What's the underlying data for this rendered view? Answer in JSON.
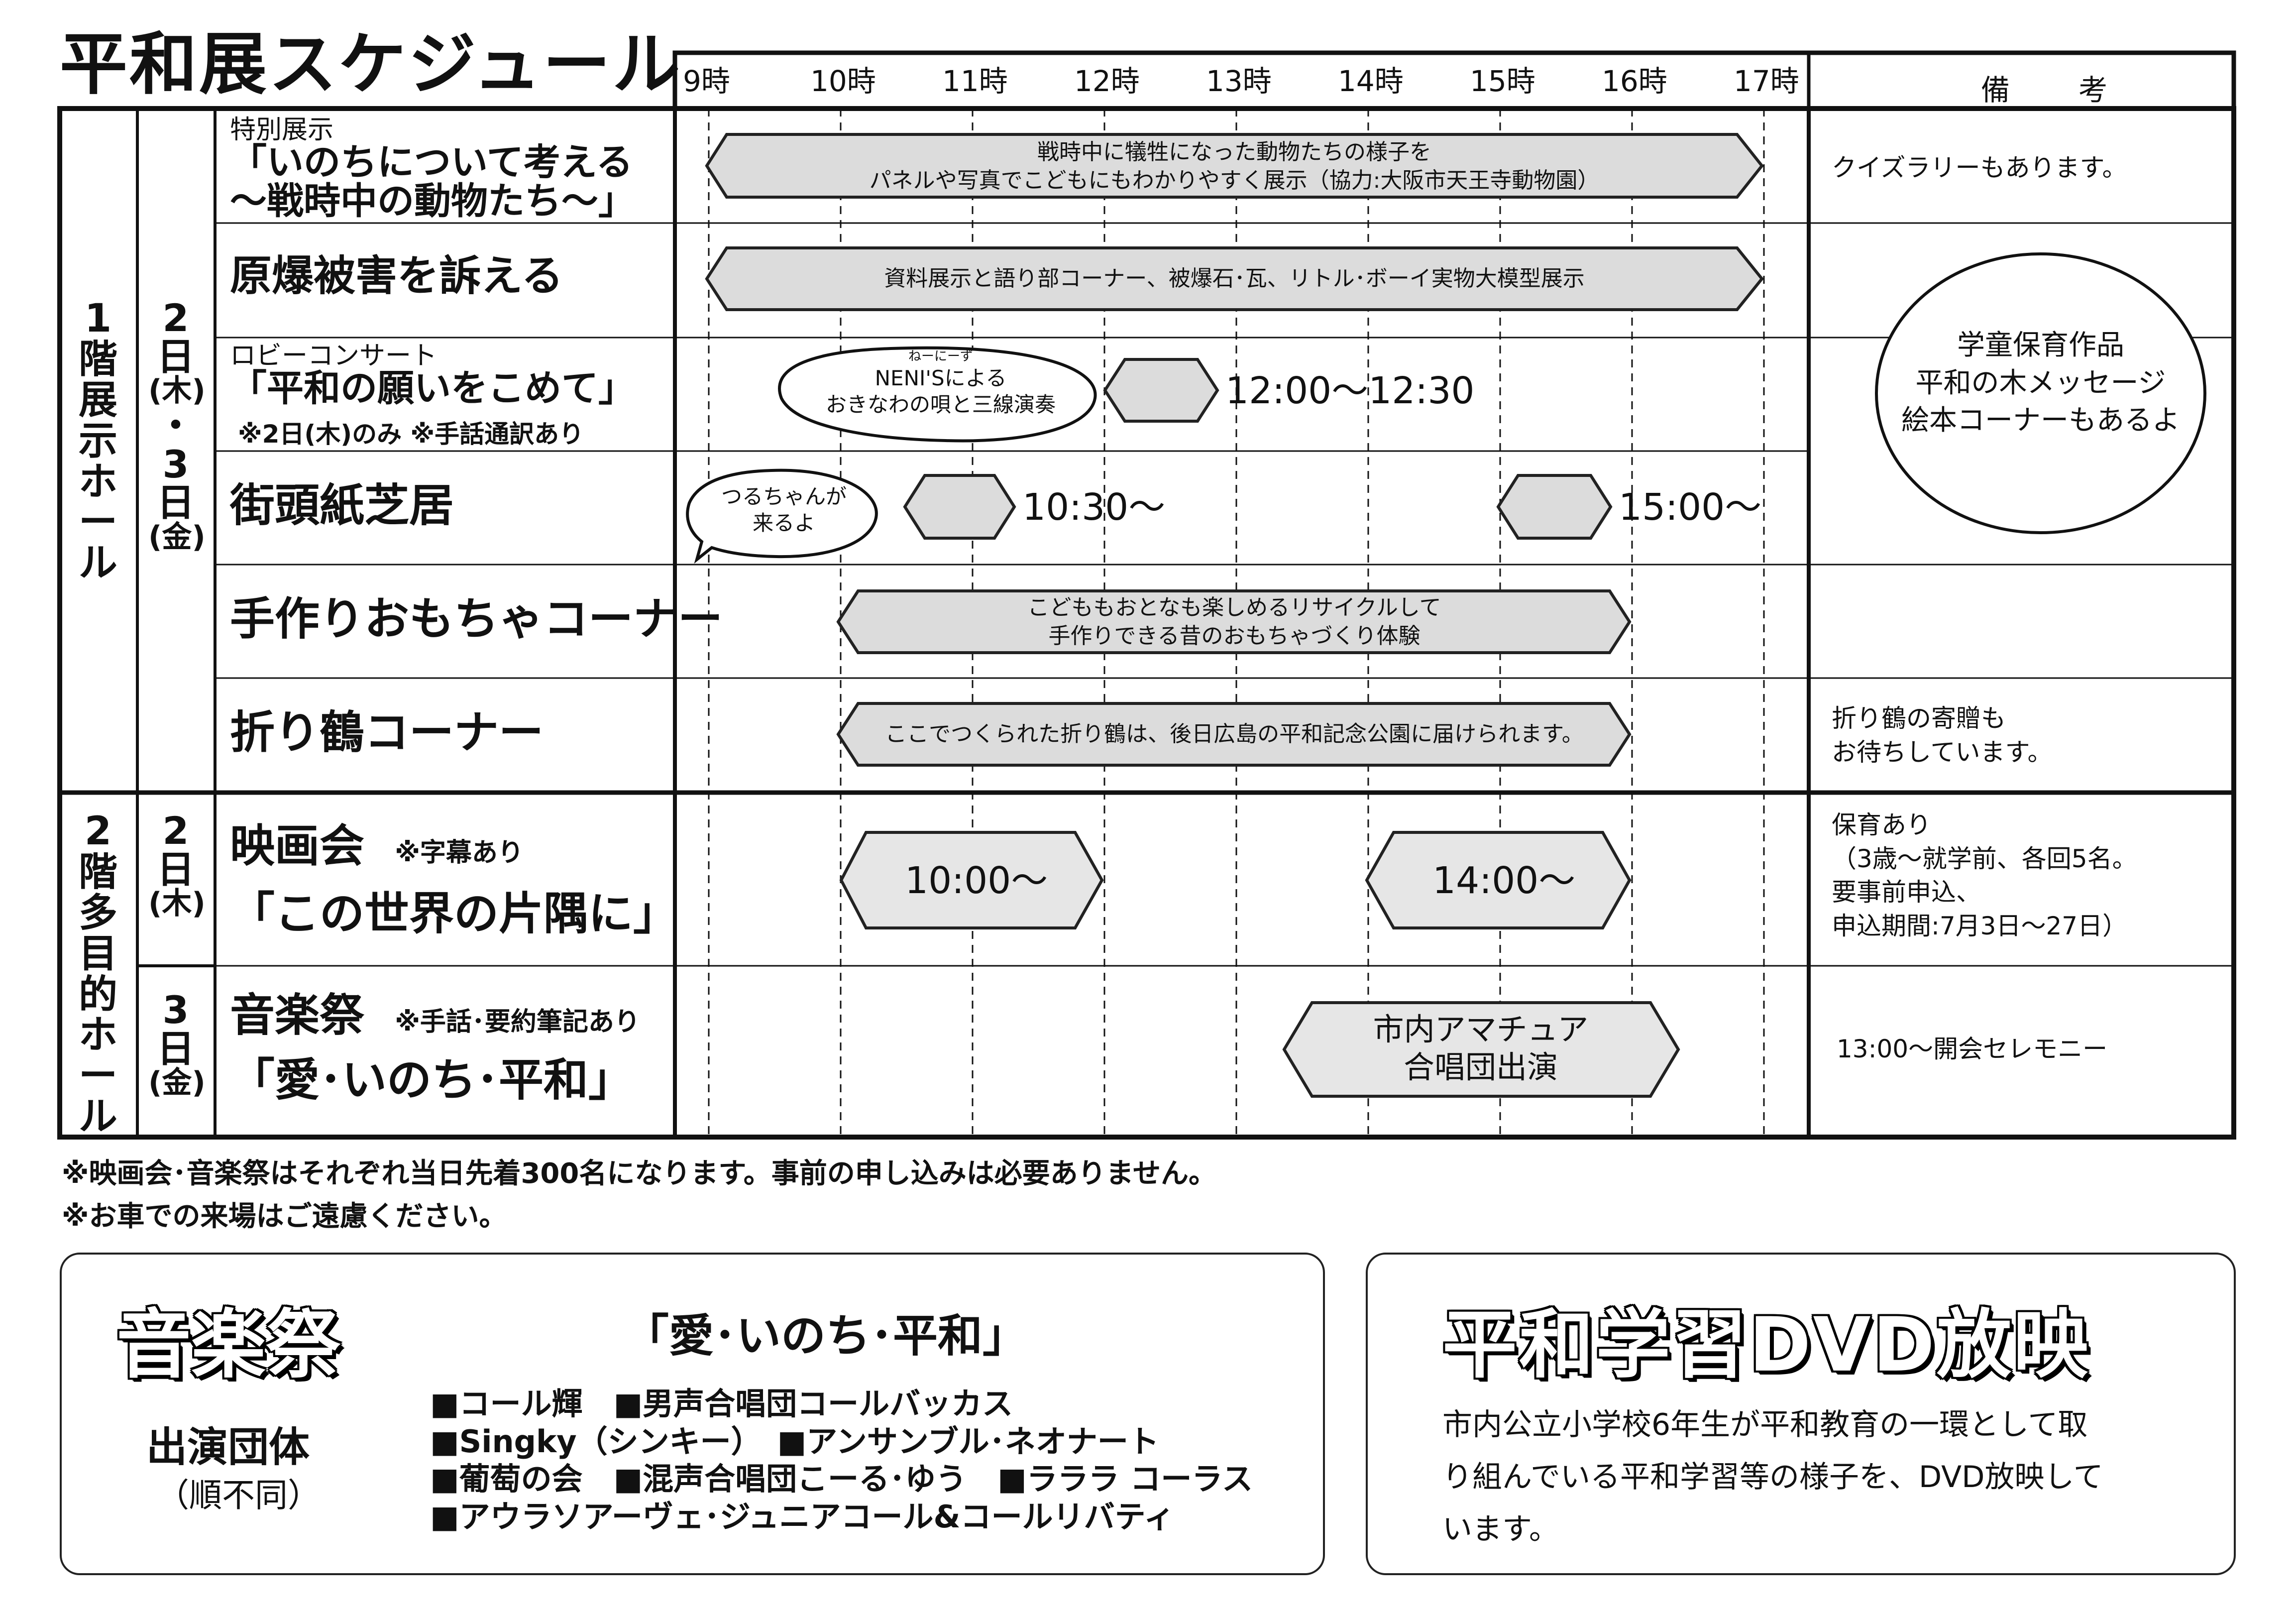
{
  "title": "平和展スケジュール",
  "hours": [
    "9時",
    "10時",
    "11時",
    "12時",
    "13時",
    "14時",
    "15時",
    "16時",
    "17時"
  ],
  "remarks_header": "備　考",
  "floors": {
    "floor1": "1階展示ホール",
    "floor2": "2階多目的ホール"
  },
  "days": {
    "floor1_days": [
      "2",
      "日",
      "(木)",
      "・",
      "3",
      "日",
      "(金)"
    ],
    "floor2_day1": [
      "2",
      "日",
      "(木)"
    ],
    "floor2_day2": [
      "3",
      "日",
      "(金)"
    ]
  },
  "events": {
    "special": {
      "label": "特別展示",
      "title_line1": "「いのちについて考える",
      "title_line2": "～戦時中の動物たち～」",
      "bar_line1": "戦時中に犠牲になった動物たちの様子を",
      "bar_line2": "パネルや写真でこどもにもわかりやすく展示（協力:大阪市天王寺動物園）",
      "remark": "クイズラリーもあります。"
    },
    "atomic": {
      "title": "原爆被害を訴える",
      "bar": "資料展示と語り部コーナー、被爆石･瓦、リトル･ボーイ実物大模型展示"
    },
    "lobby": {
      "label": "ロビーコンサート",
      "title": "「平和の願いをこめて」",
      "note": "※2日(木)のみ ※手話通訳あり",
      "bubble_ruby": "ねーにーず",
      "bubble_line1": "NENI'Sによる",
      "bubble_line2": "おきなわの唄と三線演奏",
      "time": "12:00～12:30"
    },
    "kamishibai": {
      "title": "街頭紙芝居",
      "bubble_line1": "つるちゃんが",
      "bubble_line2": "来るよ",
      "time1": "10:30～",
      "time2": "15:00～"
    },
    "toys": {
      "title": "手作りおもちゃコーナー",
      "bar_line1": "こどももおとなも楽しめるリサイクルして",
      "bar_line2": "手作りできる昔のおもちゃづくり体験"
    },
    "cranes": {
      "title": "折り鶴コーナー",
      "bar": "ここでつくられた折り鶴は、後日広島の平和記念公園に届けられます。",
      "remark_line1": "折り鶴の寄贈も",
      "remark_line2": "お待ちしています。"
    },
    "movie": {
      "title": "映画会",
      "note": "※字幕あり",
      "subtitle": "「この世界の片隅に」",
      "time1": "10:00～",
      "time2": "14:00～",
      "remark_lines": [
        "保育あり",
        "（3歳～就学前、各回5名。",
        "要事前申込、",
        "申込期間:7月3日～27日）"
      ]
    },
    "music": {
      "title": "音楽祭",
      "note": "※手話･要約筆記あり",
      "subtitle": "「愛･いのち･平和」",
      "bar_line1": "市内アマチュア",
      "bar_line2": "合唱団出演",
      "remark": "13:00～開会セレモニー"
    }
  },
  "memo_circle": {
    "line1": "学童保育作品",
    "line2": "平和の木メッセージ",
    "line3": "絵本コーナーもあるよ"
  },
  "footnotes": [
    "※映画会･音楽祭はそれぞれ当日先着300名になります。事前の申し込みは必要ありません。",
    "※お車での来場はご遠慮ください。"
  ],
  "music_panel": {
    "heading": "音楽祭",
    "theme": "「愛･いのち･平和」",
    "performers_label": "出演団体",
    "order_note": "（順不同）",
    "groups": [
      "■コール輝　■男声合唱団コールバッカス",
      "■Singky（シンキー）　■アンサンブル･ネオナート",
      "■葡萄の会　■混声合唱団こーる･ゆう　■ラララ コーラス",
      "■アウラソアーヴェ･ジュニアコール&コールリバティ"
    ]
  },
  "dvd_panel": {
    "heading": "平和学習DVD放映",
    "text_line1": "市内公立小学校6年生が平和教育の一環として取",
    "text_line2": "り組んでいる平和学習等の様子を、DVD放映して",
    "text_line3": "います。"
  },
  "colors": {
    "bar_fill": "#dcdcdc",
    "line": "#111111"
  }
}
